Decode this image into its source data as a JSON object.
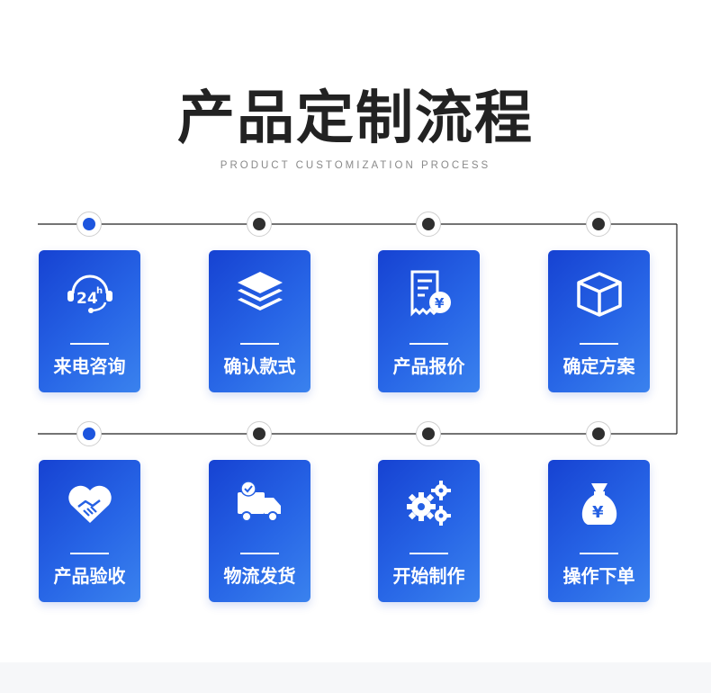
{
  "header": {
    "title": "产品定制流程",
    "subtitle": "PRODUCT CUSTOMIZATION PROCESS"
  },
  "colors": {
    "card_start": "#1642d2",
    "card_end": "#3a82ee",
    "active_dot": "#1d55de",
    "dot": "#2f2f2f",
    "line": "#222222",
    "title": "#222222"
  },
  "steps": [
    {
      "label": "来电咨询",
      "icon": "24h-headset-icon",
      "row": 1
    },
    {
      "label": "确认款式",
      "icon": "layers-icon",
      "row": 1
    },
    {
      "label": "产品报价",
      "icon": "yuan-receipt-icon",
      "row": 1
    },
    {
      "label": "确定方案",
      "icon": "box-icon",
      "row": 1
    },
    {
      "label": "产品验收",
      "icon": "handshake-heart-icon",
      "row": 2
    },
    {
      "label": "物流发货",
      "icon": "delivery-truck-icon",
      "row": 2
    },
    {
      "label": "开始制作",
      "icon": "gears-icon",
      "row": 2
    },
    {
      "label": "操作下单",
      "icon": "money-bag-icon",
      "row": 2
    }
  ]
}
